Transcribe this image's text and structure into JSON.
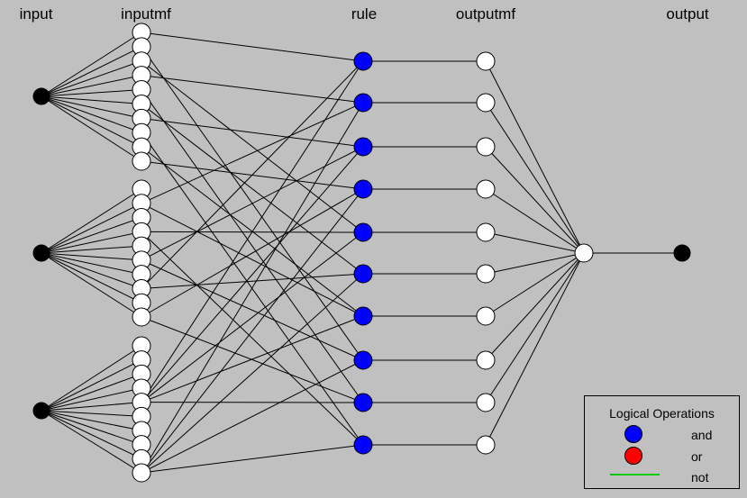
{
  "headers": {
    "input": "input",
    "inputmf": "inputmf",
    "rule": "rule",
    "outputmf": "outputmf",
    "output": "output"
  },
  "network": {
    "inputs": 3,
    "mfs_per_input": [
      10,
      10,
      10
    ],
    "rules": 10,
    "outputmfs": 10,
    "outputs": 1
  },
  "legend": {
    "title": "Logical Operations",
    "items": [
      {
        "label": "and",
        "color": "#0000ff",
        "kind": "dot"
      },
      {
        "label": "or",
        "color": "#ff0000",
        "kind": "dot"
      },
      {
        "label": "not",
        "color": "#00cc00",
        "kind": "line"
      }
    ]
  },
  "colors": {
    "background": "#c0c0c0",
    "and_node": "#0000ff",
    "input_node": "#000000",
    "mf_node": "#ffffff",
    "edge": "#000000"
  }
}
